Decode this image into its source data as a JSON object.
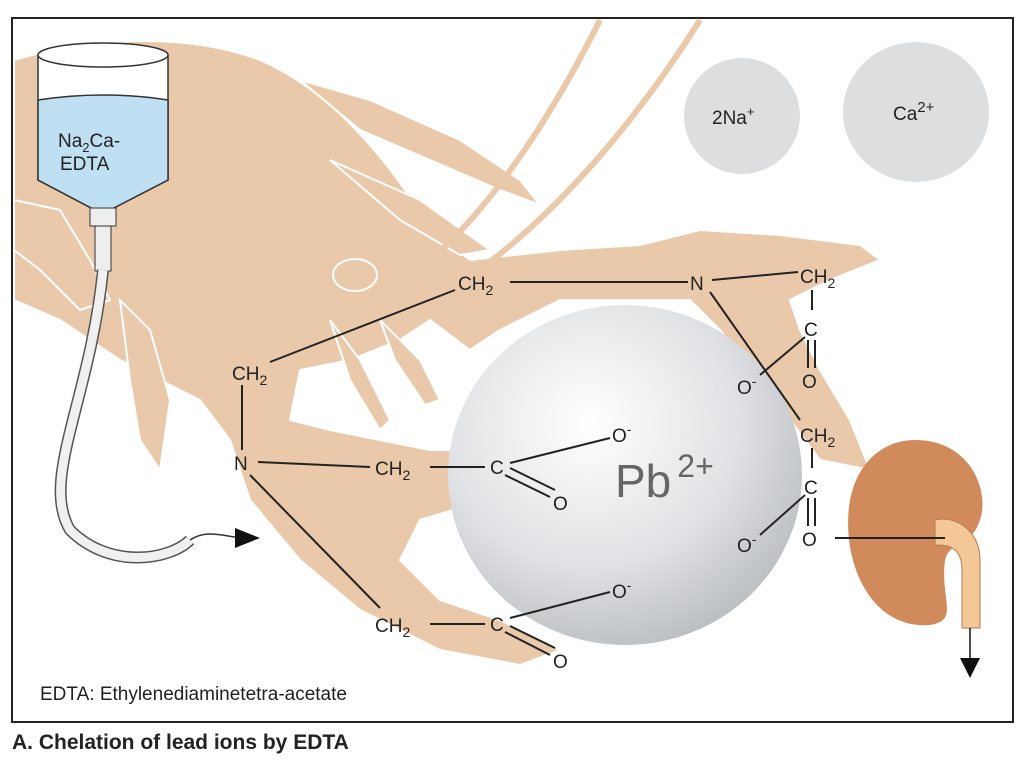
{
  "figure": {
    "caption": "A. Chelation of lead ions by EDTA",
    "footnote": "EDTA: Ethylenediaminetetra-acetate"
  },
  "bottle": {
    "line1_a": "Na",
    "line1_sub": "2",
    "line1_b": "Ca-",
    "line2": "EDTA"
  },
  "ions": {
    "sodium": {
      "base": "2Na",
      "charge": "+"
    },
    "calcium": {
      "base": "Ca",
      "charge": "2+"
    },
    "lead": {
      "base": "Pb",
      "charge": "2+"
    }
  },
  "molecule": {
    "ch2": "CH",
    "sub2": "2",
    "n": "N",
    "c": "C",
    "o": "O",
    "o_minus": "O",
    "minus": "-"
  },
  "colors": {
    "crayfish": "#e9c9a9",
    "ion_gray": "#dcdee0",
    "kidney": "#d08a5c",
    "liquid": "#bfe0f2",
    "frame": "#222222"
  }
}
